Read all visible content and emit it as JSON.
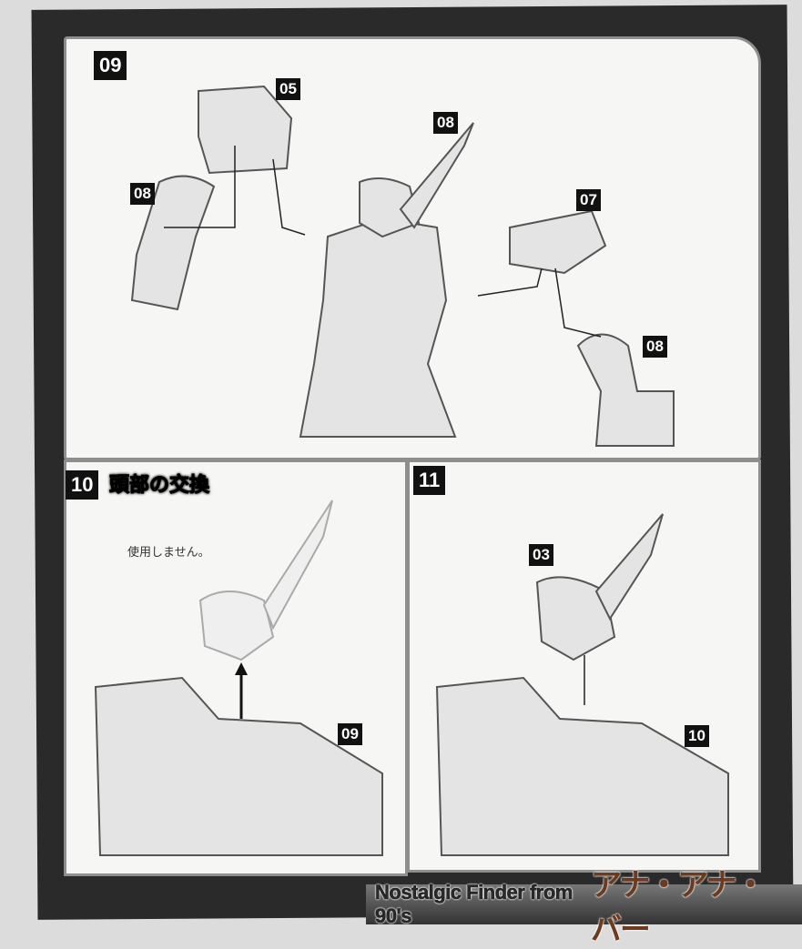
{
  "steps": {
    "s09": {
      "number": "09",
      "parts": [
        "05",
        "08",
        "08",
        "07",
        "08"
      ]
    },
    "s10": {
      "number": "10",
      "title": "頭部の交換",
      "note": "使用しません。",
      "parts": [
        "09"
      ]
    },
    "s11": {
      "number": "11",
      "parts": [
        "03",
        "10"
      ]
    }
  },
  "watermark": {
    "en": "Nostalgic Finder from 90's",
    "jp": "アナ・アナ・バー"
  },
  "colors": {
    "sheet": "#2a2a2a",
    "panel": "#f6f6f4",
    "frame": "#8e8e8e",
    "line_art": "#555555",
    "watermark_brown": "#6b3a1f"
  }
}
